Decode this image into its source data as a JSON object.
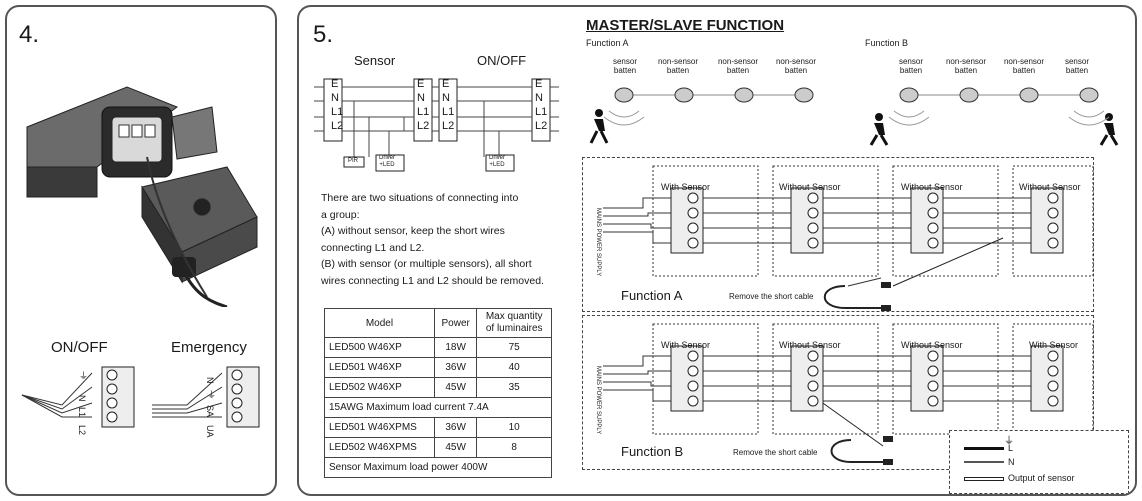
{
  "step4": {
    "number": "4.",
    "onoff_label": "ON/OFF",
    "emergency_label": "Emergency",
    "onoff_terminals": [
      "⏚",
      "N",
      "L1",
      "L2"
    ],
    "emergency_terminals": [
      "N",
      "⏚",
      "SA",
      "UA"
    ]
  },
  "step5": {
    "number": "5.",
    "sensor_label": "Sensor",
    "onoff_label": "ON/OFF",
    "terminal_letters": [
      "E",
      "N",
      "L1",
      "L2"
    ],
    "pir_label": "PIR",
    "driver_label_1": "Driver",
    "driver_label_2": "+LED",
    "description": [
      "There are two situations of connecting into",
      "a group:",
      "(A) without sensor, keep the short wires",
      "connecting L1 and L2.",
      "(B) with sensor (or multiple sensors), all short",
      "wires connecting L1 and L2 should be removed."
    ],
    "table": {
      "headers": [
        "Model",
        "Power",
        "Max quantity\nof luminaires"
      ],
      "rows": [
        [
          "LED500 W46XP",
          "18W",
          "75"
        ],
        [
          "LED501 W46XP",
          "36W",
          "40"
        ],
        [
          "LED502 W46XP",
          "45W",
          "35"
        ]
      ],
      "note1": "15AWG Maximum load current 7.4A",
      "rows2": [
        [
          "LED501 W46XPMS",
          "36W",
          "10"
        ],
        [
          "LED502 W46XPMS",
          "45W",
          "8"
        ]
      ],
      "note2": "Sensor Maximum load power 400W"
    }
  },
  "master_slave": {
    "title": "MASTER/SLAVE FUNCTION",
    "function_a_tag": "Function A",
    "function_b_tag": "Function B",
    "function_a_battens": [
      [
        "sensor",
        "batten"
      ],
      [
        "non-sensor",
        "batten"
      ],
      [
        "non-sensor",
        "batten"
      ],
      [
        "non-sensor",
        "batten"
      ]
    ],
    "function_b_battens": [
      [
        "sensor",
        "batten"
      ],
      [
        "non-sensor",
        "batten"
      ],
      [
        "non-sensor",
        "batten"
      ],
      [
        "sensor",
        "batten"
      ]
    ],
    "diagram_a": {
      "unit_labels": [
        "With Sensor",
        "Without Sensor",
        "Without Sensor",
        "Without Sensor"
      ],
      "function_label": "Function  A",
      "remove_label": "Remove the short cable",
      "mains_label": "MAINS POWER SUPPLY"
    },
    "diagram_b": {
      "unit_labels": [
        "With Sensor",
        "Without Sensor",
        "Without Sensor",
        "With Sensor"
      ],
      "function_label": "Function  B",
      "remove_label": "Remove the short cable",
      "mains_label": "MAINS POWER SUPPLY"
    },
    "legend": {
      "earth": "⏚",
      "l": "L",
      "n": "N",
      "output": "Output of sensor"
    }
  }
}
